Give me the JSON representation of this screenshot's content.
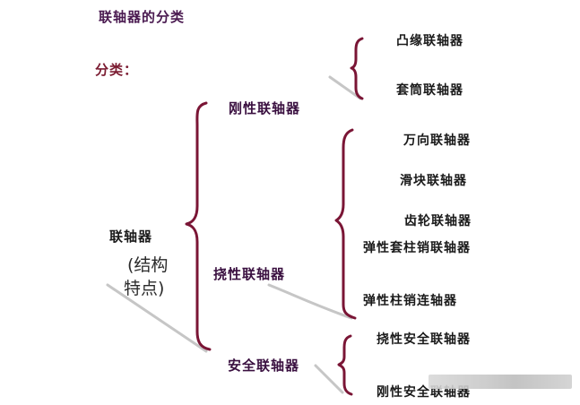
{
  "header": {
    "title": "联轴器的分类",
    "subtitle": "分类："
  },
  "root": {
    "label": "联轴器",
    "note_line1": "(结构",
    "note_line2": "特点)"
  },
  "categories": [
    {
      "label": "刚性联轴器",
      "items": [
        "凸缘联轴器",
        "套筒联轴器"
      ]
    },
    {
      "label": "挠性联轴器",
      "items": [
        "万向联轴器",
        "滑块联轴器",
        "齿轮联轴器",
        "弹性套柱销联轴器",
        "弹性柱销连轴器"
      ]
    },
    {
      "label": "安全联轴器",
      "items": [
        "挠性安全联轴器",
        "刚性安全联轴器"
      ]
    }
  ],
  "colors": {
    "brace": "#7a1535",
    "title": "#4a1a50",
    "subtitle": "#7a1a30",
    "category": "#3a1040",
    "leaf": "#1a1a1a",
    "shadow": "#b8b8b8"
  }
}
